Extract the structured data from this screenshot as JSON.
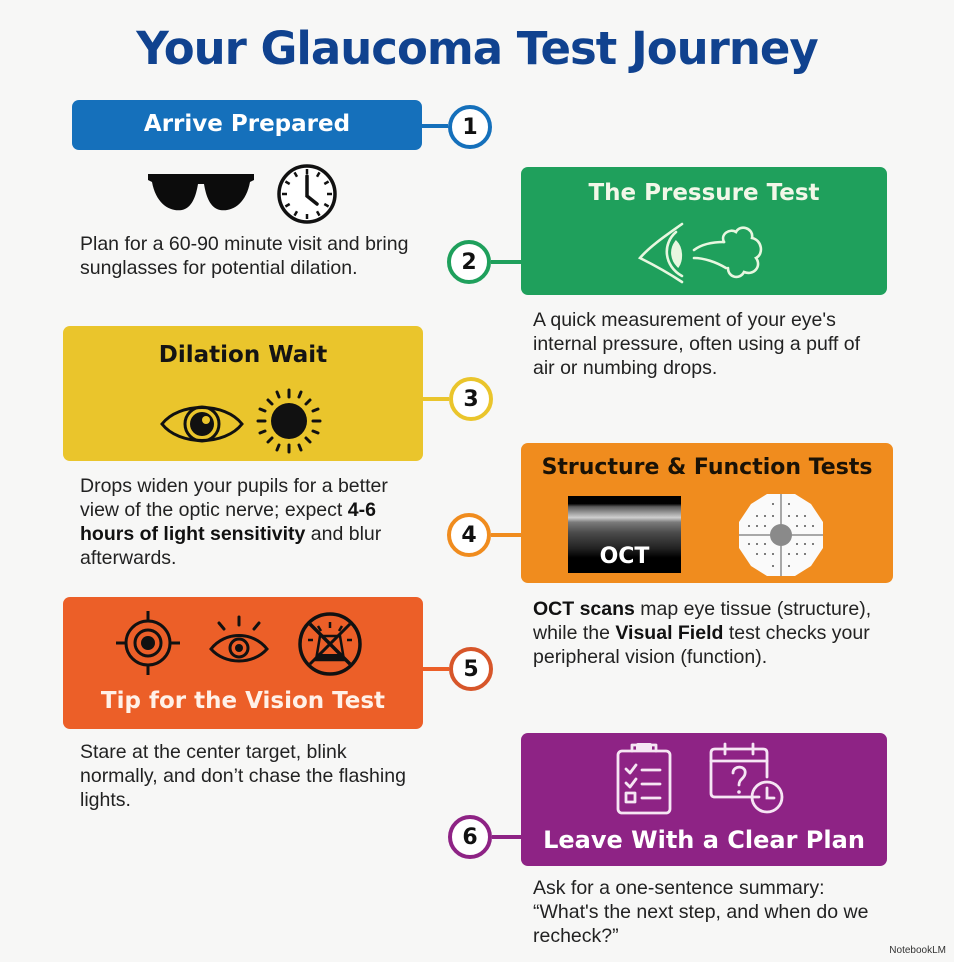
{
  "title": "Your Glaucoma Test Journey",
  "colors": {
    "title": "#10428f",
    "step1": "#1570bb",
    "step2": "#1fa05c",
    "step3": "#eac52c",
    "step4": "#f08c1e",
    "step5": "#ec5f28",
    "step6": "#8e2385"
  },
  "steps": [
    {
      "number": "1",
      "title": "Arrive Prepared",
      "icons": [
        "sunglasses-icon",
        "clock-icon"
      ],
      "description": "Plan for a 60-90 minute visit and bring sunglasses for potential dilation."
    },
    {
      "number": "2",
      "title": "The Pressure Test",
      "icons": [
        "eye-air-puff-icon"
      ],
      "description": "A quick measurement of your eye's internal pressure, often using a puff of air or numbing drops."
    },
    {
      "number": "3",
      "title": "Dilation Wait",
      "icons": [
        "eye-icon",
        "sun-icon"
      ],
      "description_pre": "Drops widen your pupils for a better view of the optic nerve; expect ",
      "description_bold": "4-6 hours of light sensitivity",
      "description_post": " and blur afterwards."
    },
    {
      "number": "4",
      "title": "Structure & Function Tests",
      "icons": [
        "oct-scan-image",
        "visual-field-grid-icon"
      ],
      "oct_label": "OCT",
      "description_bold1": "OCT scans",
      "description_mid": " map eye tissue (structure), while the ",
      "description_bold2": "Visual Field",
      "description_post": " test checks your peripheral vision (function)."
    },
    {
      "number": "5",
      "title": "Tip for the Vision Test",
      "icons": [
        "target-icon",
        "blinking-eye-icon",
        "no-flashing-light-icon"
      ],
      "description": "Stare at the center target, blink normally, and don’t chase the flashing lights."
    },
    {
      "number": "6",
      "title": "Leave With a Clear Plan",
      "icons": [
        "checklist-clipboard-icon",
        "calendar-question-clock-icon"
      ],
      "description": "Ask for a one-sentence summary: “What's the next step, and when do we recheck?”"
    }
  ],
  "footer": "NotebookLM"
}
